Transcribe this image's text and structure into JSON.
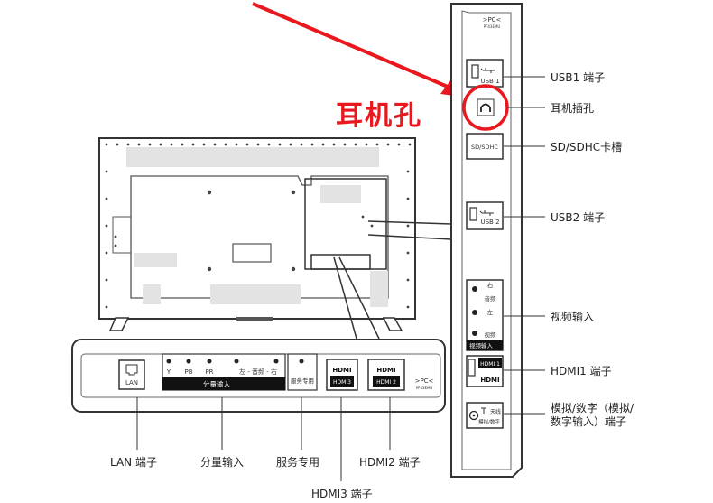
{
  "callout": {
    "text": "耳机孔",
    "color": "#e8181e"
  },
  "side_panel": {
    "brand_mark": ">PC<",
    "model_text": "PF43EMU",
    "usb1_tag": "USB 1",
    "sd_tag": "SD/SDHC",
    "usb2_tag": "USB 2",
    "av_right": "右",
    "av_audio": "音频",
    "av_left": "左",
    "av_video": "视频",
    "av_input_tag": "视频输入",
    "hdmi1_tag": "HDMI 1",
    "hdmi_logo": "HDMI",
    "antenna_tag": "天线",
    "antenna_sub": "模拟/数字"
  },
  "bottom_panel": {
    "lan_tag": "LAN",
    "comp_labels": [
      "Y",
      "PB",
      "PR",
      "左 - 音频 - 右"
    ],
    "comp_input_tag": "分量输入",
    "service_tag": "服务专用",
    "hdmi_logo": "HDMI",
    "hdmi3_tag": "HDMI3",
    "hdmi2_tag": "HDMI 2",
    "brand_mark": ">PC<",
    "model_text": "PF43EMU"
  },
  "labels": {
    "usb1": "USB1 端子",
    "headphone": "耳机插孔",
    "sd": "SD/SDHC卡槽",
    "usb2": "USB2 端子",
    "video_in": "视频输入",
    "hdmi1": "HDMI1 端子",
    "antenna_line1": "模拟/数字（模拟/",
    "antenna_line2": "数字输入）端子",
    "lan": "LAN 端子",
    "component": "分量输入",
    "service": "服务专用",
    "hdmi2": "HDMI2 端子",
    "hdmi3": "HDMI3 端子"
  }
}
